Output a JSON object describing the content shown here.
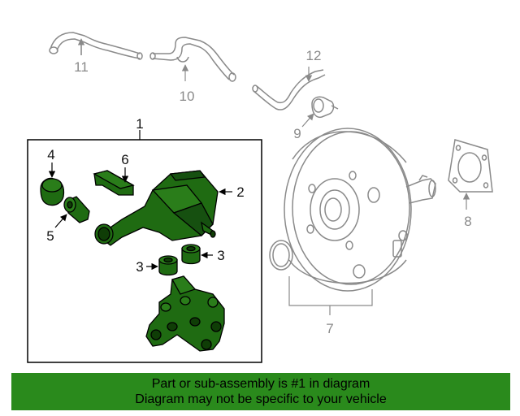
{
  "colors": {
    "highlight": "#1f6b12",
    "highlight_dark": "#0f3d06",
    "banner": "#2a8a1c",
    "gray_line": "#8a8a8a",
    "frame": "#000000"
  },
  "callouts": {
    "p1": "1",
    "p2": "2",
    "p3a": "3",
    "p3b": "3",
    "p4": "4",
    "p5": "5",
    "p6": "6",
    "p7": "7",
    "p8": "8",
    "p9": "9",
    "p10": "10",
    "p11": "11",
    "p12": "12"
  },
  "banner": {
    "line1": "Part or sub-assembly is #1 in diagram",
    "line2": "Diagram may not be specific to your vehicle"
  }
}
